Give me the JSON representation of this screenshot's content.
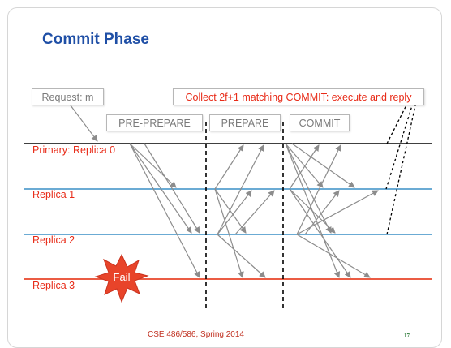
{
  "slide": {
    "title": "Commit Phase",
    "request_label": "Request: m",
    "collect_label": "Collect 2f+1 matching COMMIT: execute and reply",
    "phases": [
      "PRE-PREPARE",
      "PREPARE",
      "COMMIT"
    ],
    "replicas": [
      "Primary: Replica 0",
      "Replica 1",
      "Replica 2",
      "Replica 3"
    ],
    "fail_label": "Fail",
    "footer": "CSE 486/586, Spring 2014",
    "page_number": "17"
  },
  "colors": {
    "title": "#1f4fa6",
    "label_red": "#e82b18",
    "primary_line": "#000000",
    "replica_line": "#3a8fc6",
    "failed_line": "#e8442a",
    "arrow": "#8c8c8c",
    "fail_burst": "#e8442a"
  }
}
